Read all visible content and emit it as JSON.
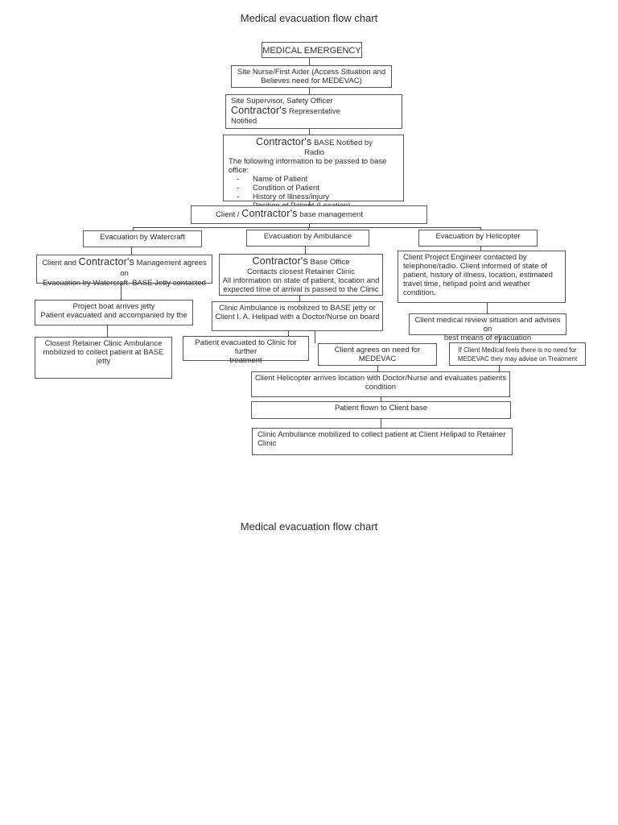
{
  "page": {
    "title_top": "Medical evacuation flow chart",
    "title_bottom": "Medical evacuation flow chart"
  },
  "nodes": {
    "emergency": {
      "label": "MEDICAL EMERGENCY"
    },
    "nurse": {
      "lines": [
        "Site Nurse/First Aider (Access Situation and",
        "Believes need for MEDEVAC)"
      ]
    },
    "supervisor": {
      "line1": "Site Supervisor, Safety Officer",
      "big": "Contractor's",
      "line2_rest": " Representative",
      "line3": "Notified"
    },
    "base": {
      "big": "Contractor's",
      "head_rest": " BASE Notified by",
      "head2": "Radio",
      "intro": "The following information to be passed to base office:",
      "dash": "-",
      "items": [
        "Name of Patient",
        "Condition of Patient",
        "History of Illness/injury",
        "Position of Patient (Location)"
      ]
    },
    "management": {
      "pre": "Client / ",
      "big": "Contractor's",
      "post": " base management"
    },
    "branch_watercraft": {
      "label": "Evacuation by Watercraft"
    },
    "branch_ambulance": {
      "label": "Evacuation by Ambulance"
    },
    "branch_helicopter": {
      "label": "Evacuation by Helicopter"
    },
    "agree": {
      "line1_pre": "Client and ",
      "big": "Contractor's",
      "line1_post": " Management agrees on",
      "line2": "Evacuation by Watercraft. BASE Jetty contacted"
    },
    "base_office": {
      "big": "Contractor's",
      "head_rest": " Base Office",
      "lines": [
        "Contacts closest Retainer Clinic",
        "All information on state of patient, location and",
        "expected time of arrival is passed to the Clinic"
      ]
    },
    "engineer": {
      "lines": [
        "Client Project Engineer contacted by",
        "telephone/radio. Client informed of state of",
        "patient, history of illness, location, estimated",
        "travel time, helipad point and weather condition."
      ]
    },
    "boat": {
      "lines": [
        "Project boat arrives jetty",
        "Patient evacuated and accompanied by the"
      ]
    },
    "mobilized": {
      "lines": [
        "Clinic Ambulance is mobilized to BASE jetty or",
        "Client I. A. Helipad with a Doctor/Nurse on board"
      ]
    },
    "review": {
      "lines": [
        "Client medical review situation and advises on",
        "best means of evacuation"
      ]
    },
    "retainer": {
      "lines": [
        "Closest Retainer Clinic Ambulance",
        "mobilized to collect patient at BASE",
        "jetty"
      ]
    },
    "evac_clinic": {
      "lines": [
        "Patient evacuated to Clinic for further",
        "treatment"
      ]
    },
    "agrees": {
      "lines": [
        "Client agrees on need for",
        "MEDEVAC"
      ]
    },
    "no_need": {
      "lines": [
        "If Client Medical feels there is no need for",
        "MEDEVAC they may advise on Treatment"
      ]
    },
    "heli_arrives": {
      "lines": [
        "Client Helicopter arrives location with Doctor/Nurse and evaluates patients",
        "condition"
      ]
    },
    "flown": {
      "label": "Patient flown to Client base"
    },
    "collect": {
      "lines": [
        "Clinic Ambulance mobilized to collect patient at Client Helipad to Retainer",
        "Clinic"
      ]
    }
  }
}
